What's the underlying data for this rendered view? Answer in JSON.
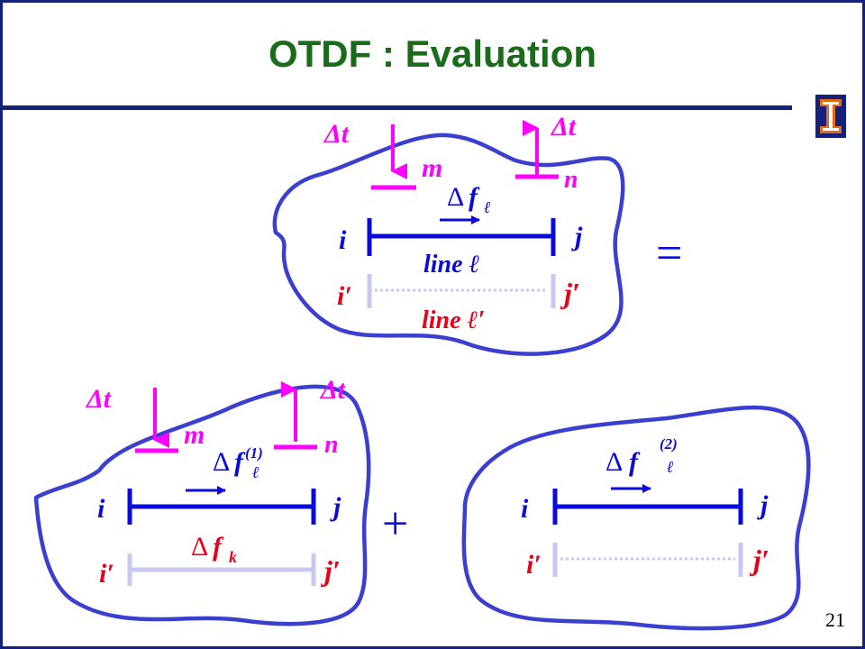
{
  "slide": {
    "title": "OTDF :  Evaluation",
    "page_number": "21",
    "logo": "university-block-i-logo"
  },
  "colors": {
    "title": "#1a6b1a",
    "frame": "#15207a",
    "outline": "#3b3fd0",
    "blue": "#0a0adc",
    "magenta": "#ff00ff",
    "red": "#e8001a",
    "light": "#c8c8f0",
    "logo_orange": "#e86a10"
  },
  "top_diagram": {
    "delta_t_left": "Δt",
    "delta_t_right": "Δt",
    "node_m": "m",
    "node_n": "n",
    "flow_delta": "Δ",
    "flow_f": "f",
    "flow_sub": "ℓ",
    "node_i": "i",
    "node_j": "j",
    "line_label": "line ℓ",
    "node_i_prime": "i′",
    "node_j_prime": "j′",
    "line_prime_label": "line ℓ′"
  },
  "equals_sign": "=",
  "plus_sign": "+",
  "bottom_left_diagram": {
    "delta_t_left": "Δt",
    "delta_t_right": "Δt",
    "node_m": "m",
    "node_n": "n",
    "flow_delta": "Δ",
    "flow_f": "f",
    "flow_sup": "(1)",
    "flow_sub": "ℓ",
    "node_i": "i",
    "node_j": "j",
    "fk_delta": "Δ",
    "fk_f": "f",
    "fk_sub": "k",
    "node_i_prime": "i′",
    "node_j_prime": "j′"
  },
  "bottom_right_diagram": {
    "flow_delta": "Δ",
    "flow_f": "f",
    "flow_sup": "(2)",
    "flow_sub": "ℓ",
    "node_i": "i",
    "node_j": "j",
    "node_i_prime": "i′",
    "node_j_prime": "j′"
  }
}
